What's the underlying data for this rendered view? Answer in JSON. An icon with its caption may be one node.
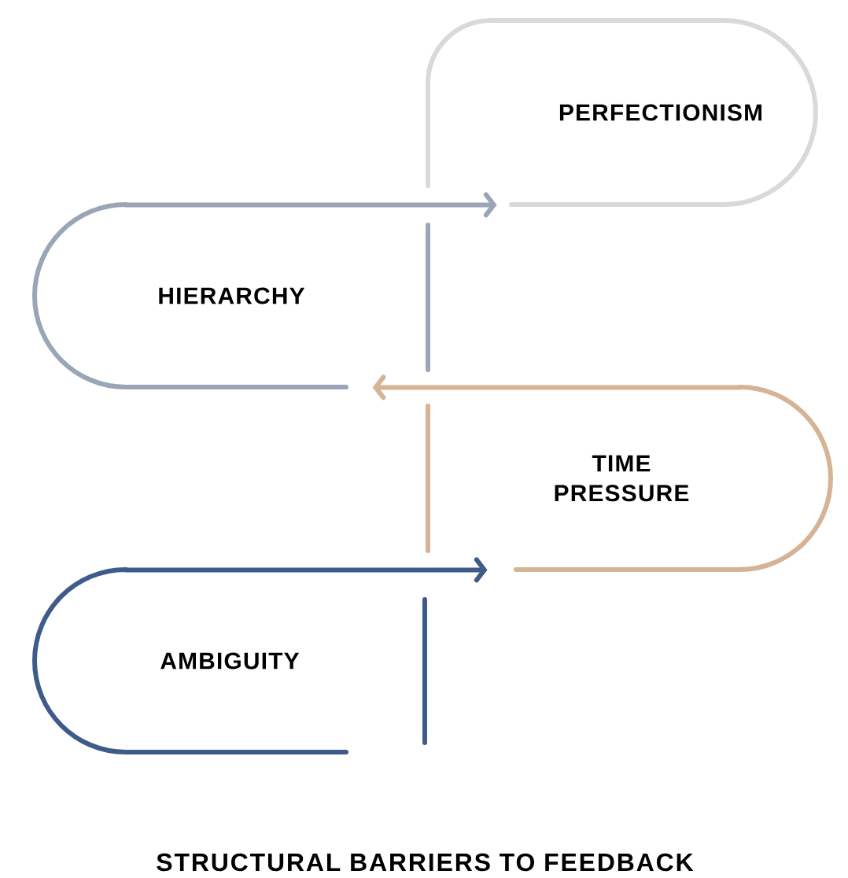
{
  "diagram": {
    "title": "STRUCTURAL BARRIERS TO FEEDBACK",
    "nodes": [
      {
        "text": [
          "PERFECTIONISM"
        ]
      },
      {
        "text": [
          "HIERARCHY"
        ]
      },
      {
        "text": [
          "TIME PRESSURE"
        ]
      },
      {
        "text": [
          "AMBIGUITY"
        ]
      }
    ],
    "edges": [
      {
        "from": 1,
        "to": 0,
        "arrow": "to",
        "color": "#9aa5b8"
      },
      {
        "from": 2,
        "to": 1,
        "arrow": "to",
        "color": "#d6b394"
      },
      {
        "from": 3,
        "to": 2,
        "arrow": "to",
        "color": "#3e5b8a"
      }
    ]
  }
}
